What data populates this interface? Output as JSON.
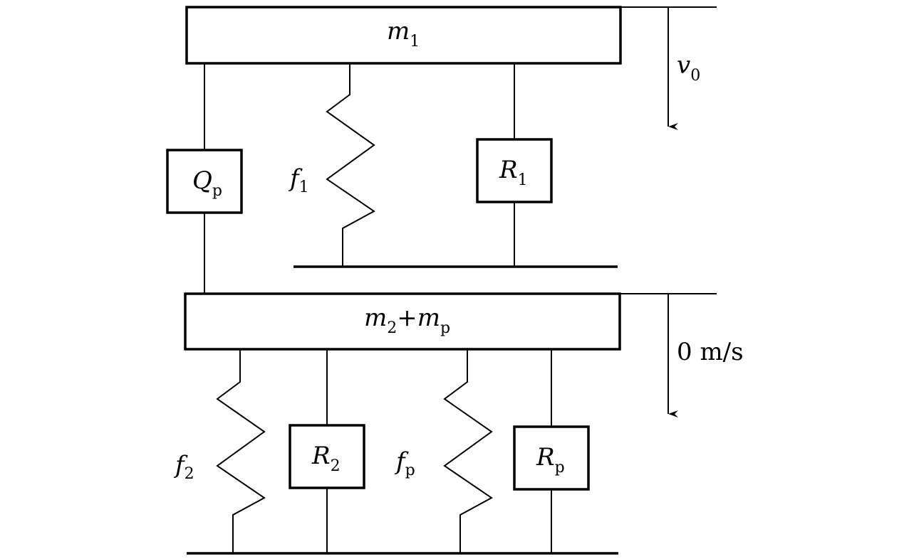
{
  "masses": {
    "top": {
      "symbol": "m",
      "sub": "1"
    },
    "bottom": {
      "symbol1": "m",
      "sub1": "2",
      "plus": "+",
      "symbol2": "m",
      "sub2": "p"
    }
  },
  "elements": {
    "Qp": {
      "symbol": "Q",
      "sub": "p"
    },
    "f1": {
      "symbol": "f",
      "sub": "1"
    },
    "R1": {
      "symbol": "R",
      "sub": "1"
    },
    "f2": {
      "symbol": "f",
      "sub": "2"
    },
    "R2": {
      "symbol": "R",
      "sub": "2"
    },
    "fp": {
      "symbol": "f",
      "sub": "p"
    },
    "Rp": {
      "symbol": "R",
      "sub": "p"
    }
  },
  "velocities": {
    "top": {
      "symbol": "v",
      "sub": "0"
    },
    "bottom": {
      "text": "0 m/s"
    }
  },
  "colors": {
    "line": "#000000",
    "background": "#ffffff"
  }
}
